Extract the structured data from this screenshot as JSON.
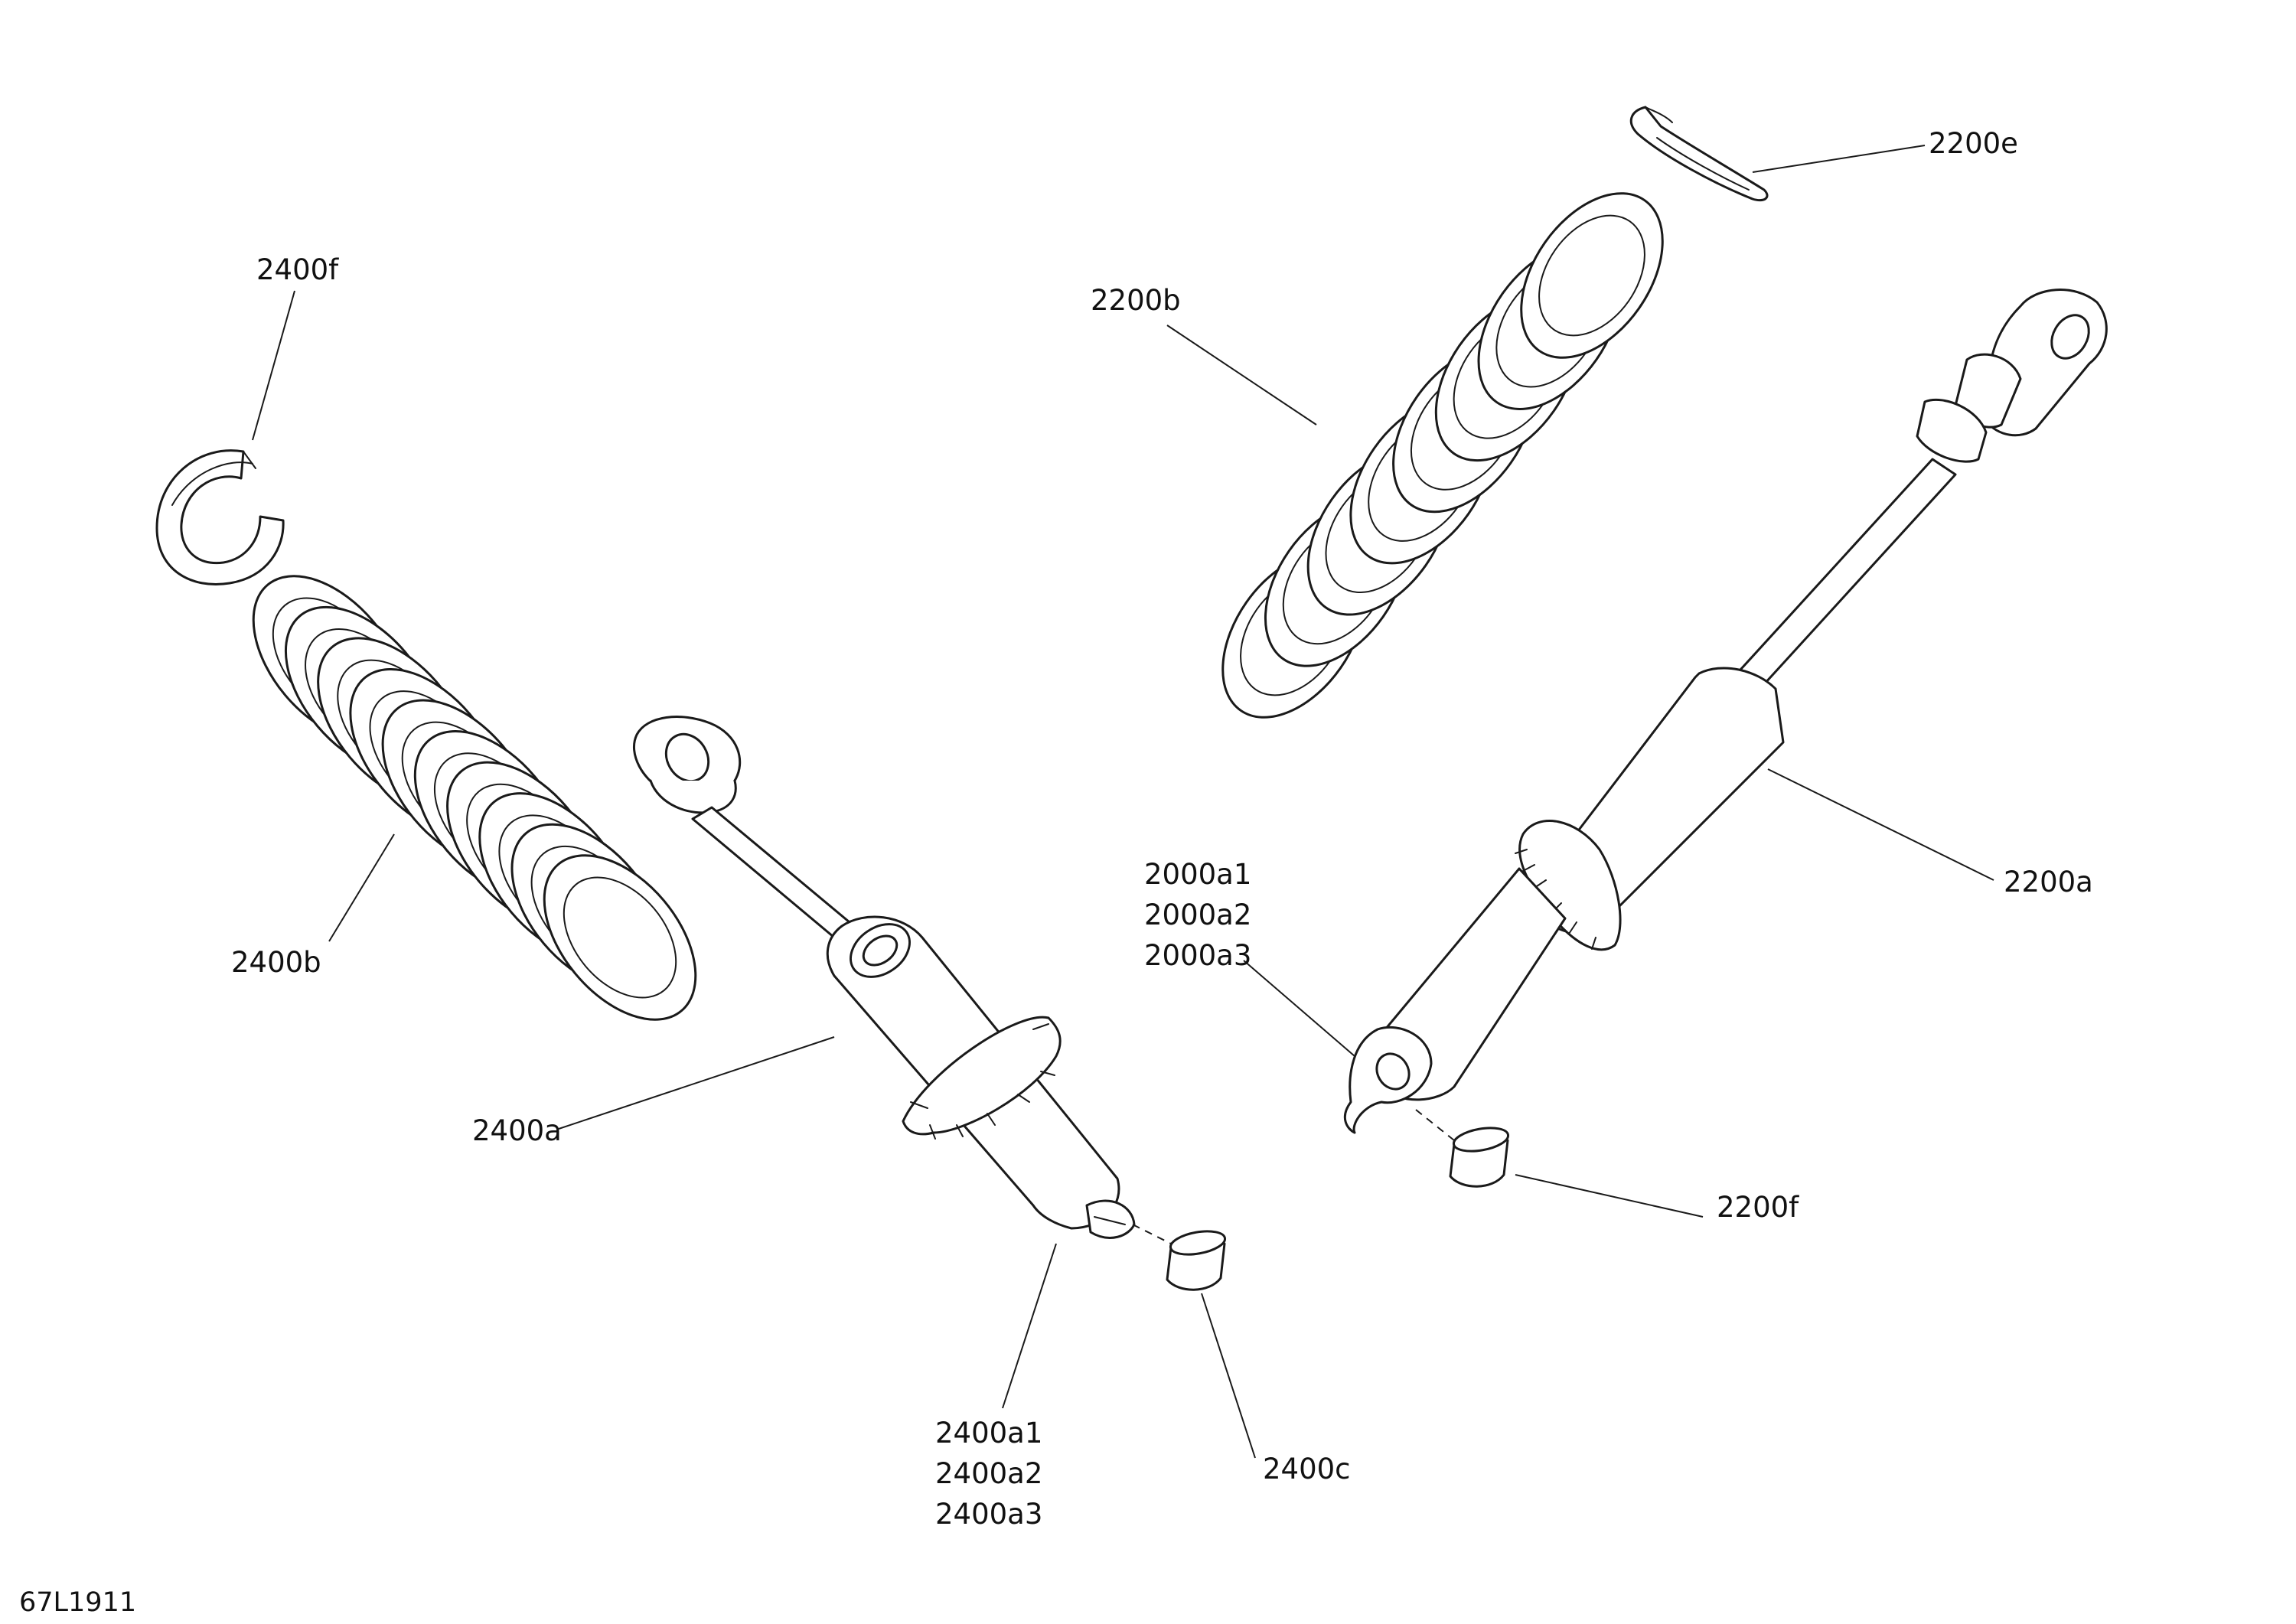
{
  "drawing_id": "67L1911",
  "colors": {
    "line": "#1a1a1a",
    "background": "#ffffff"
  },
  "callouts": {
    "c2400f": "2400f",
    "c2400b": "2400b",
    "c2400a": "2400a",
    "c2400a1": "2400a1",
    "c2400a2": "2400a2",
    "c2400a3": "2400a3",
    "c2400c": "2400c",
    "c2200e": "2200e",
    "c2200b": "2200b",
    "c2200a": "2200a",
    "c2000a1": "2000a1",
    "c2000a2": "2000a2",
    "c2000a3": "2000a3",
    "c2200f": "2200f"
  }
}
